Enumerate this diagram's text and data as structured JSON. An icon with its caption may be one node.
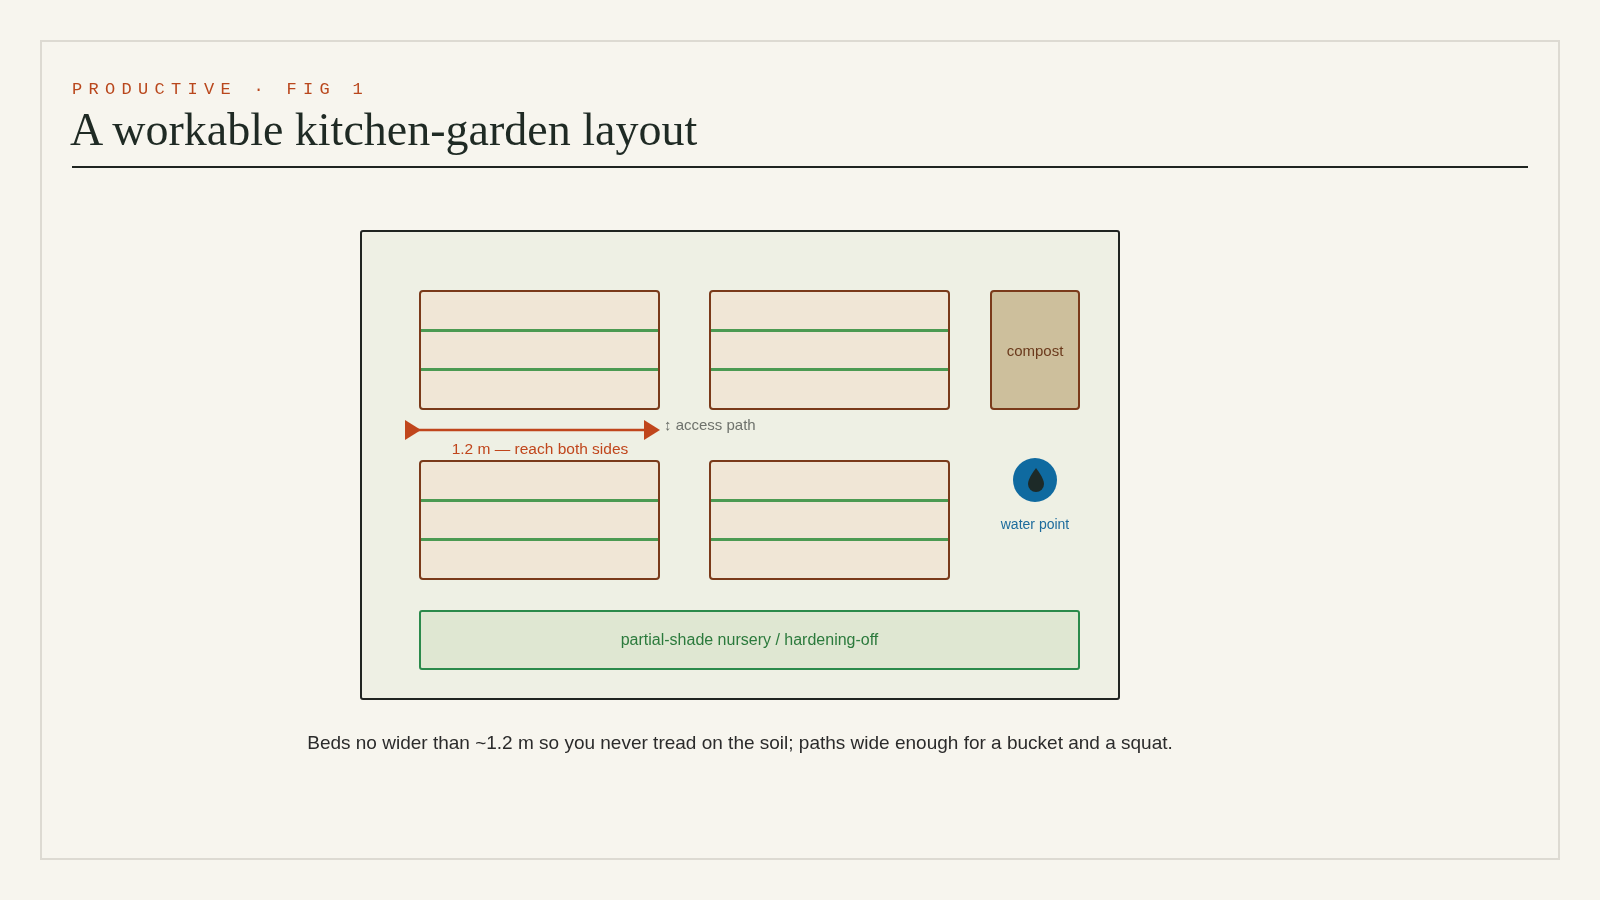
{
  "diagram": {
    "title": "A workable kitchen-garden layout",
    "caption": "Beds no wider than ~1.2 m so you never tread on the soil; paths wide enough for a bucket and a squat.",
    "nodes": [
      {
        "text": [],
        "shape": "box"
      },
      {
        "text": [],
        "shape": "box",
        "in": 0
      },
      {
        "text": [],
        "shape": "box",
        "in": 0
      },
      {
        "text": [
          "compost"
        ],
        "in": 0
      },
      {
        "text": [],
        "shape": "box",
        "in": 0
      },
      {
        "text": [],
        "shape": "box",
        "in": 0
      },
      {
        "text": [],
        "shape": "circle",
        "in": 0,
        "beside": [
          "water point"
        ]
      },
      {
        "text": [
          "partial-shade nursery / hardening-off"
        ],
        "in": 0
      }
    ],
    "labels": [
      "PRODUCTIVE · FIG 1",
      "1.2 m — reach both sides",
      "↕ access path"
    ]
  }
}
